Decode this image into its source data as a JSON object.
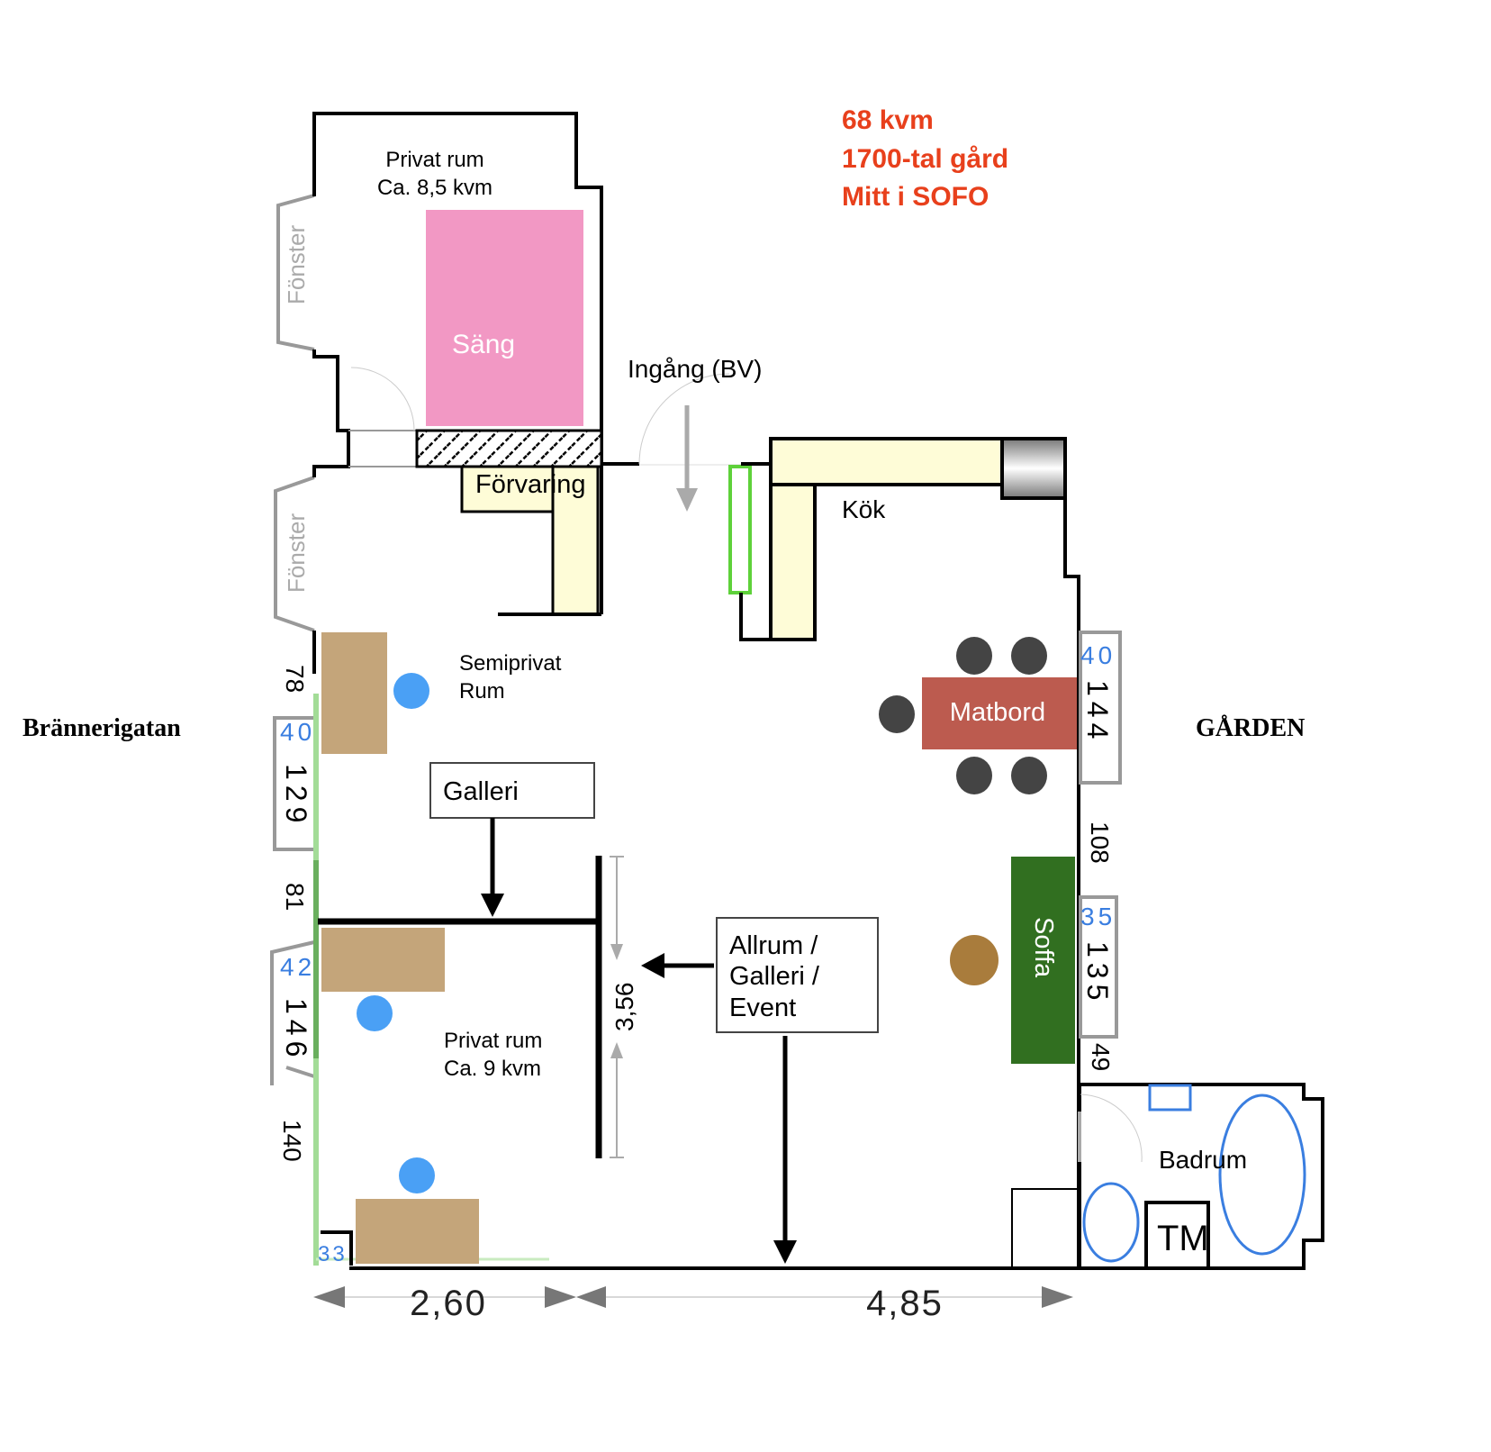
{
  "headline": {
    "area": "68 kvm",
    "era": "1700-tal gård",
    "location": "Mitt i SOFO",
    "color": "#e8401c"
  },
  "streets": {
    "left": "Brännerigatan",
    "right": "GÅRDEN"
  },
  "rooms": {
    "top_private": {
      "name": "Privat rum",
      "size": "Ca. 8,5 kvm"
    },
    "semi_private": {
      "name": "Semiprivat",
      "name2": "Rum"
    },
    "bottom_private": {
      "name": "Privat rum",
      "size": "Ca. 9 kvm"
    },
    "kitchen": "Kök",
    "bathroom": "Badrum",
    "entrance": "Ingång (BV)"
  },
  "furniture": {
    "bed": "Säng",
    "storage": "Förvaring",
    "dining_table": "Matbord",
    "sofa": "Soffa",
    "washer": "TM"
  },
  "callouts": {
    "gallery": "Galleri",
    "allrum_lines": [
      "Allrum /",
      "Galleri /",
      "Event"
    ]
  },
  "windows": {
    "label": "Fönster"
  },
  "dimensions": {
    "left_78": "78",
    "left_40": "40",
    "left_129": "129",
    "left_81": "81",
    "left_42": "42",
    "left_146": "146",
    "left_140": "140",
    "left_33": "33",
    "right_40": "40",
    "right_144": "144",
    "right_108": "108",
    "right_35": "35",
    "right_135": "135",
    "right_49": "49",
    "wall_length": "3,56",
    "width_left": "2,60",
    "width_right": "4,85"
  },
  "colors": {
    "bed": "#f298c4",
    "storage": "#fefcd7",
    "dining_table": "#bc5b4f",
    "sofa": "#316f20",
    "desk": "#c4a57a",
    "chair_blue": "#4aa0f5",
    "chair_dark": "#444444",
    "dimension_blue": "#3a7ee0"
  }
}
